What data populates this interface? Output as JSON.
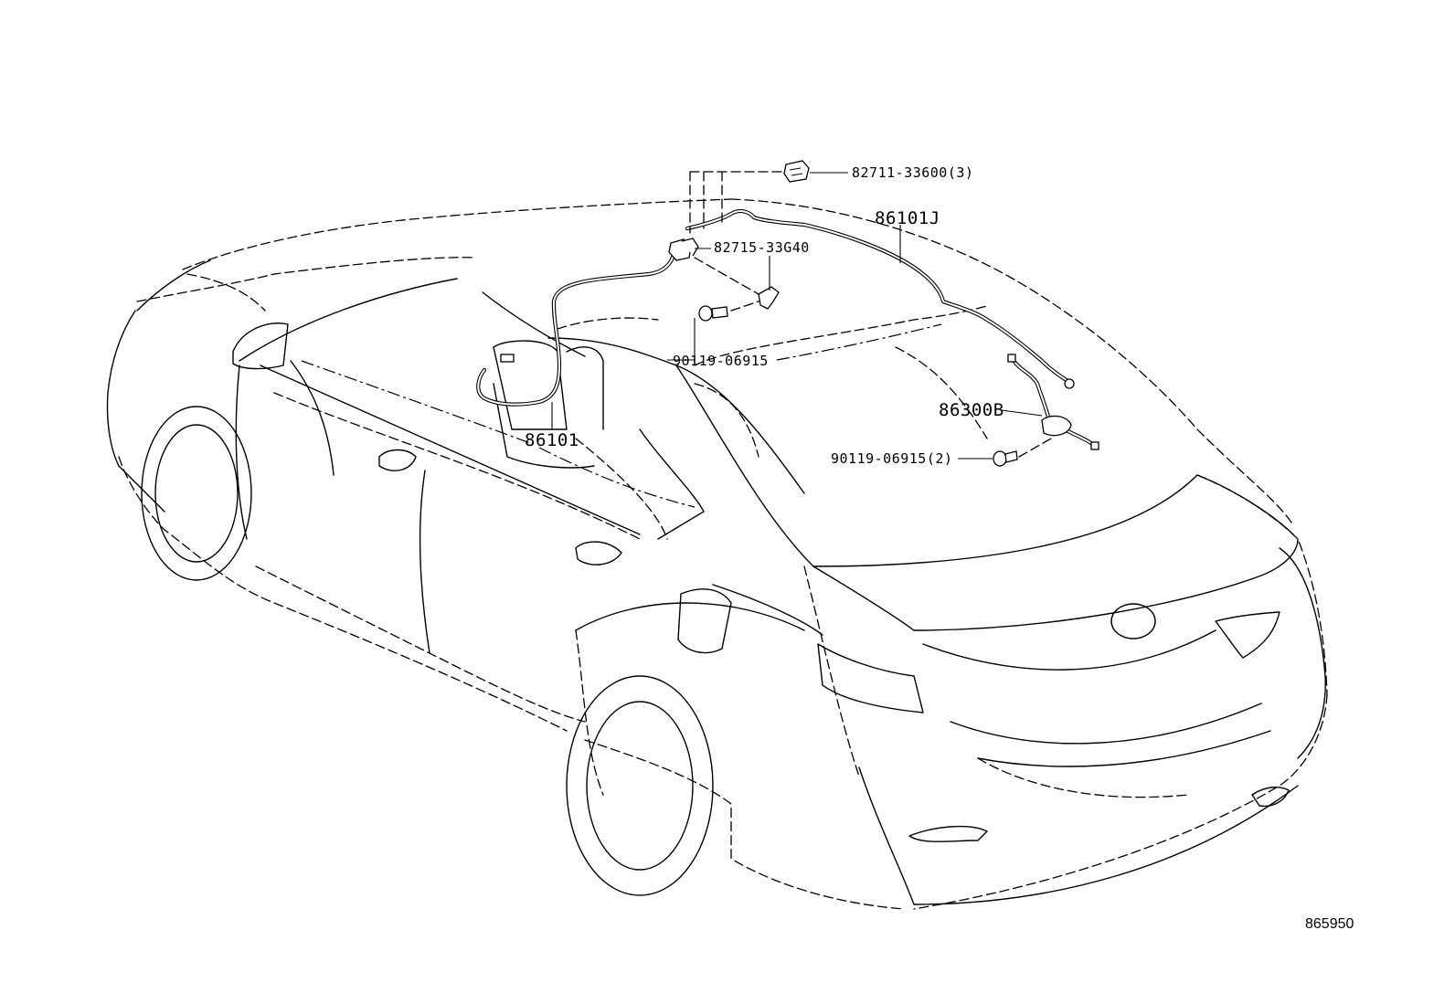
{
  "diagram": {
    "illustration_number": "865950",
    "callouts": [
      {
        "id": "clip-top",
        "label": "82711-33600(3)"
      },
      {
        "id": "harness-roof",
        "label": "86101J"
      },
      {
        "id": "clip-bracket",
        "label": "82715-33G40"
      },
      {
        "id": "bolt-upper",
        "label": "90119-06915"
      },
      {
        "id": "antenna-cable",
        "label": "86101"
      },
      {
        "id": "amplifier",
        "label": "86300B"
      },
      {
        "id": "bolt-lower",
        "label": "90119-06915(2)"
      }
    ]
  }
}
